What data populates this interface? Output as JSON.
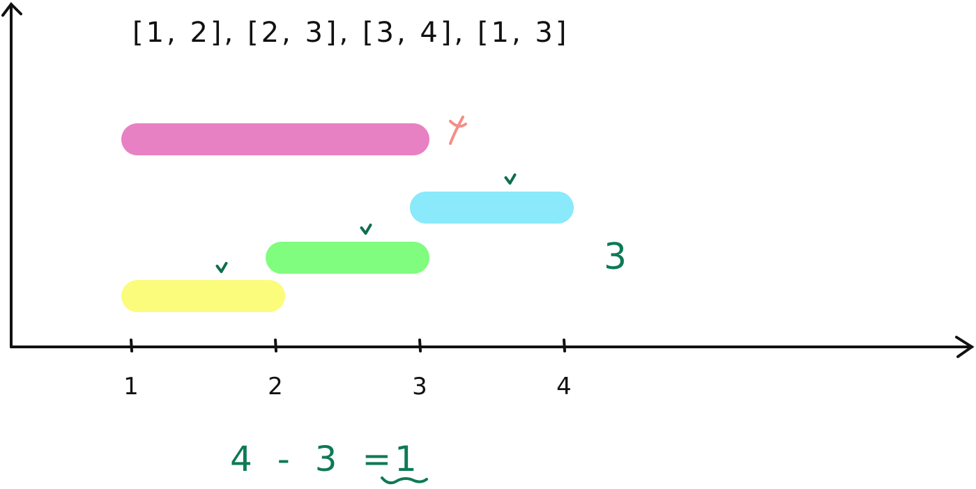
{
  "title": "[1, 2], [2, 3], [3, 4], [1, 3]",
  "intervals": [
    {
      "label": "[1, 3]",
      "start": 1,
      "end": 3,
      "color": "#e881c3",
      "mark": "x",
      "mark_color": "#f48e86"
    },
    {
      "label": "[3, 4]",
      "start": 3,
      "end": 4,
      "color": "#8ae9fb",
      "mark": "check",
      "mark_color": "#0e6e4f"
    },
    {
      "label": "[2, 3]",
      "start": 2,
      "end": 3,
      "color": "#80fc7e",
      "mark": "check",
      "mark_color": "#0e6e4f"
    },
    {
      "label": "[1, 2]",
      "start": 1,
      "end": 2,
      "color": "#fbfc7b",
      "mark": "check",
      "mark_color": "#0e6e4f"
    }
  ],
  "axis": {
    "ticks": [
      "1",
      "2",
      "3",
      "4"
    ]
  },
  "count_label": "3",
  "equation": {
    "left": "4 - 3 =",
    "result": "1"
  },
  "colors": {
    "ink": "#111111",
    "annotation": "#0e7a55"
  }
}
